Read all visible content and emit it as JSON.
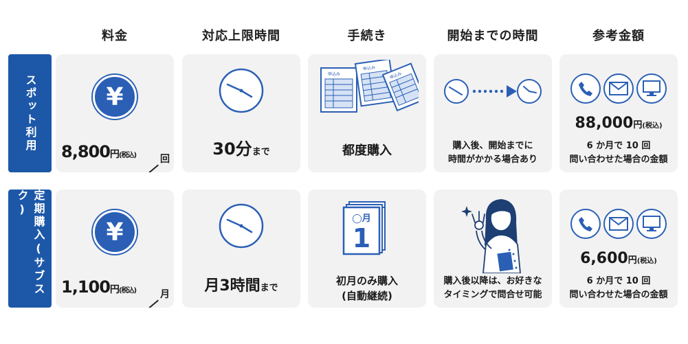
{
  "headers": [
    "料金",
    "対応上限時間",
    "手続き",
    "開始までの時間",
    "参考金額"
  ],
  "rows": [
    {
      "label": "スポット利用",
      "price": {
        "amount": "8,800",
        "unit": "円",
        "tax": "(税込)",
        "per": "回"
      },
      "time_limit": {
        "main": "30分",
        "suffix": "まで"
      },
      "procedure": {
        "line1": "都度購入",
        "line2": ""
      },
      "form_label": "申込み",
      "start": {
        "line1": "購入後、開始までに",
        "line2": "時間がかかる場合あり"
      },
      "reference": {
        "amount": "88,000",
        "unit": "円",
        "tax": "(税込)",
        "line1": "6 か月で 10 回",
        "line2": "問い合わせた場合の金額"
      }
    },
    {
      "label": "定期購入(サブスク)",
      "price": {
        "amount": "1,100",
        "unit": "円",
        "tax": "(税込)",
        "per": "月"
      },
      "time_limit": {
        "main": "月3時間",
        "suffix": "まで"
      },
      "procedure": {
        "line1": "初月のみ購入",
        "line2": "(自動継続)"
      },
      "calendar": {
        "month": "◯月",
        "day": "1"
      },
      "start": {
        "line1": "購入後以降は、お好きな",
        "line2": "タイミングで問合せ可能"
      },
      "reference": {
        "amount": "6,600",
        "unit": "円",
        "tax": "(税込)",
        "line1": "6 か月で 10 回",
        "line2": "問い合わせた場合の金額"
      }
    }
  ],
  "icons": {
    "price": "yen-icon",
    "time": "clock-icon",
    "forms": "forms-icon",
    "calendar": "calendar-icon",
    "contact": [
      "phone-icon",
      "mail-icon",
      "monitor-icon"
    ],
    "person": "woman-ok-gesture-icon"
  },
  "colors": {
    "accent": "#1d58a8",
    "card": "#f2f2f2",
    "icon": "#2a5fb5"
  }
}
